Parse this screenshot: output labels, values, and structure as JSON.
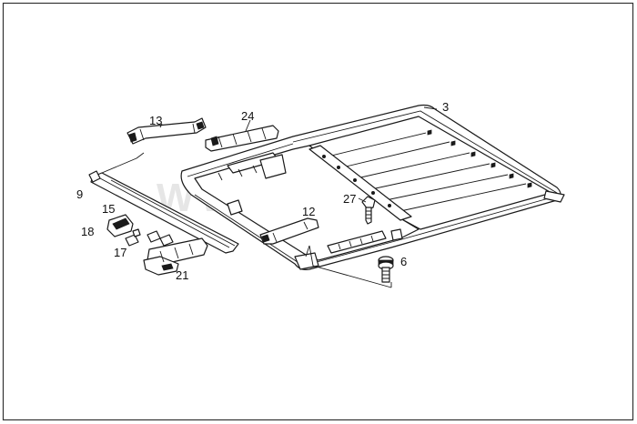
{
  "diagram": {
    "watermark": "WWW.ELCAT.RU",
    "callouts": [
      {
        "id": "3",
        "text": "3"
      },
      {
        "id": "6",
        "text": "6"
      },
      {
        "id": "9",
        "text": "9"
      },
      {
        "id": "12",
        "text": "12"
      },
      {
        "id": "13",
        "text": "13"
      },
      {
        "id": "15",
        "text": "15"
      },
      {
        "id": "17",
        "text": "17"
      },
      {
        "id": "18",
        "text": "18"
      },
      {
        "id": "21",
        "text": "21"
      },
      {
        "id": "24",
        "text": "24"
      },
      {
        "id": "27",
        "text": "27"
      }
    ]
  }
}
